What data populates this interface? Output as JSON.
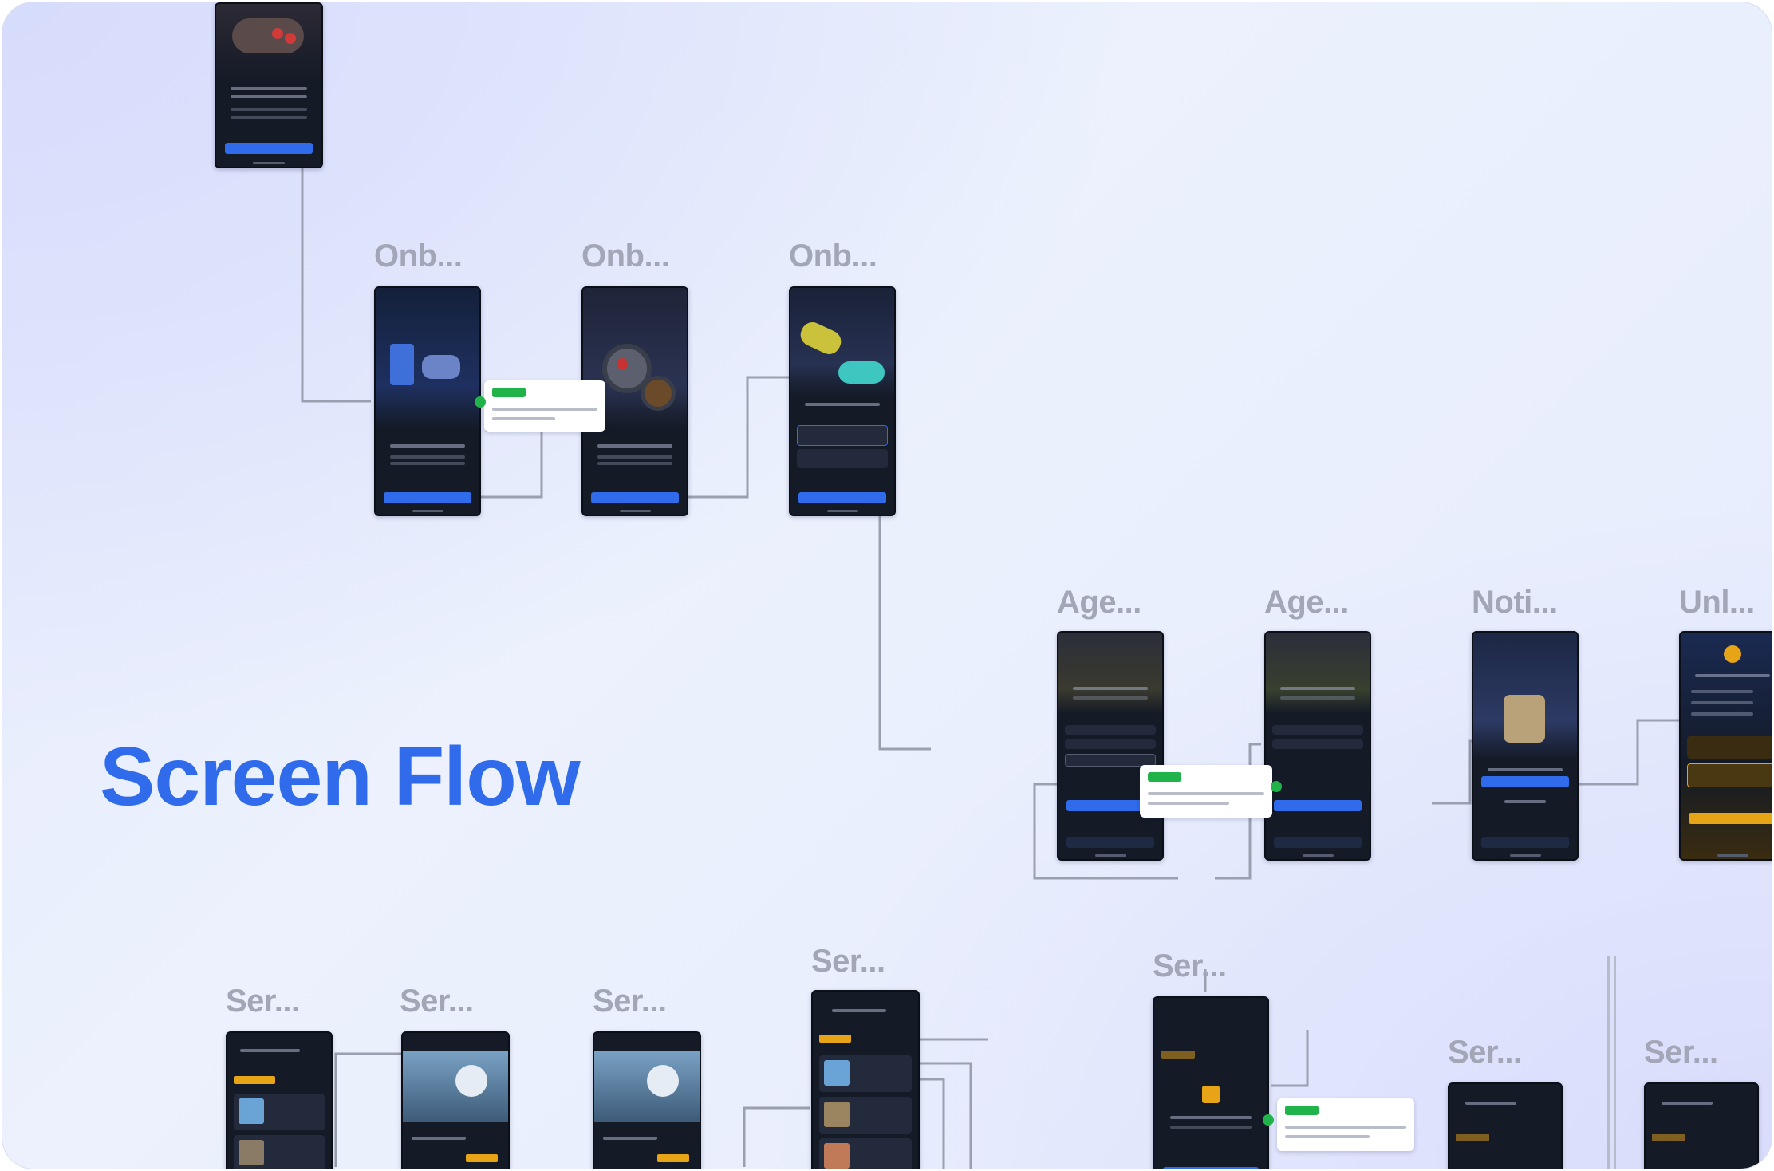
{
  "title": "Screen Flow",
  "colors": {
    "title": "#2f6bea",
    "label": "#a2a6b6",
    "cta": "#2f6bea",
    "note_tag": "#1fb34a"
  },
  "screens": {
    "s0": {
      "label": ""
    },
    "onb1": {
      "label": "Onb..."
    },
    "onb2": {
      "label": "Onb..."
    },
    "onb3": {
      "label": "Onb..."
    },
    "age1": {
      "label": "Age..."
    },
    "age2": {
      "label": "Age..."
    },
    "noti": {
      "label": "Noti..."
    },
    "unl": {
      "label": "Unl..."
    },
    "ser1": {
      "label": "Ser..."
    },
    "ser2": {
      "label": "Ser..."
    },
    "ser3": {
      "label": "Ser..."
    },
    "ser4": {
      "label": "Ser..."
    },
    "ser5": {
      "label": "Ser..."
    },
    "ser6": {
      "label": "Ser..."
    },
    "ser7": {
      "label": "Ser..."
    }
  }
}
